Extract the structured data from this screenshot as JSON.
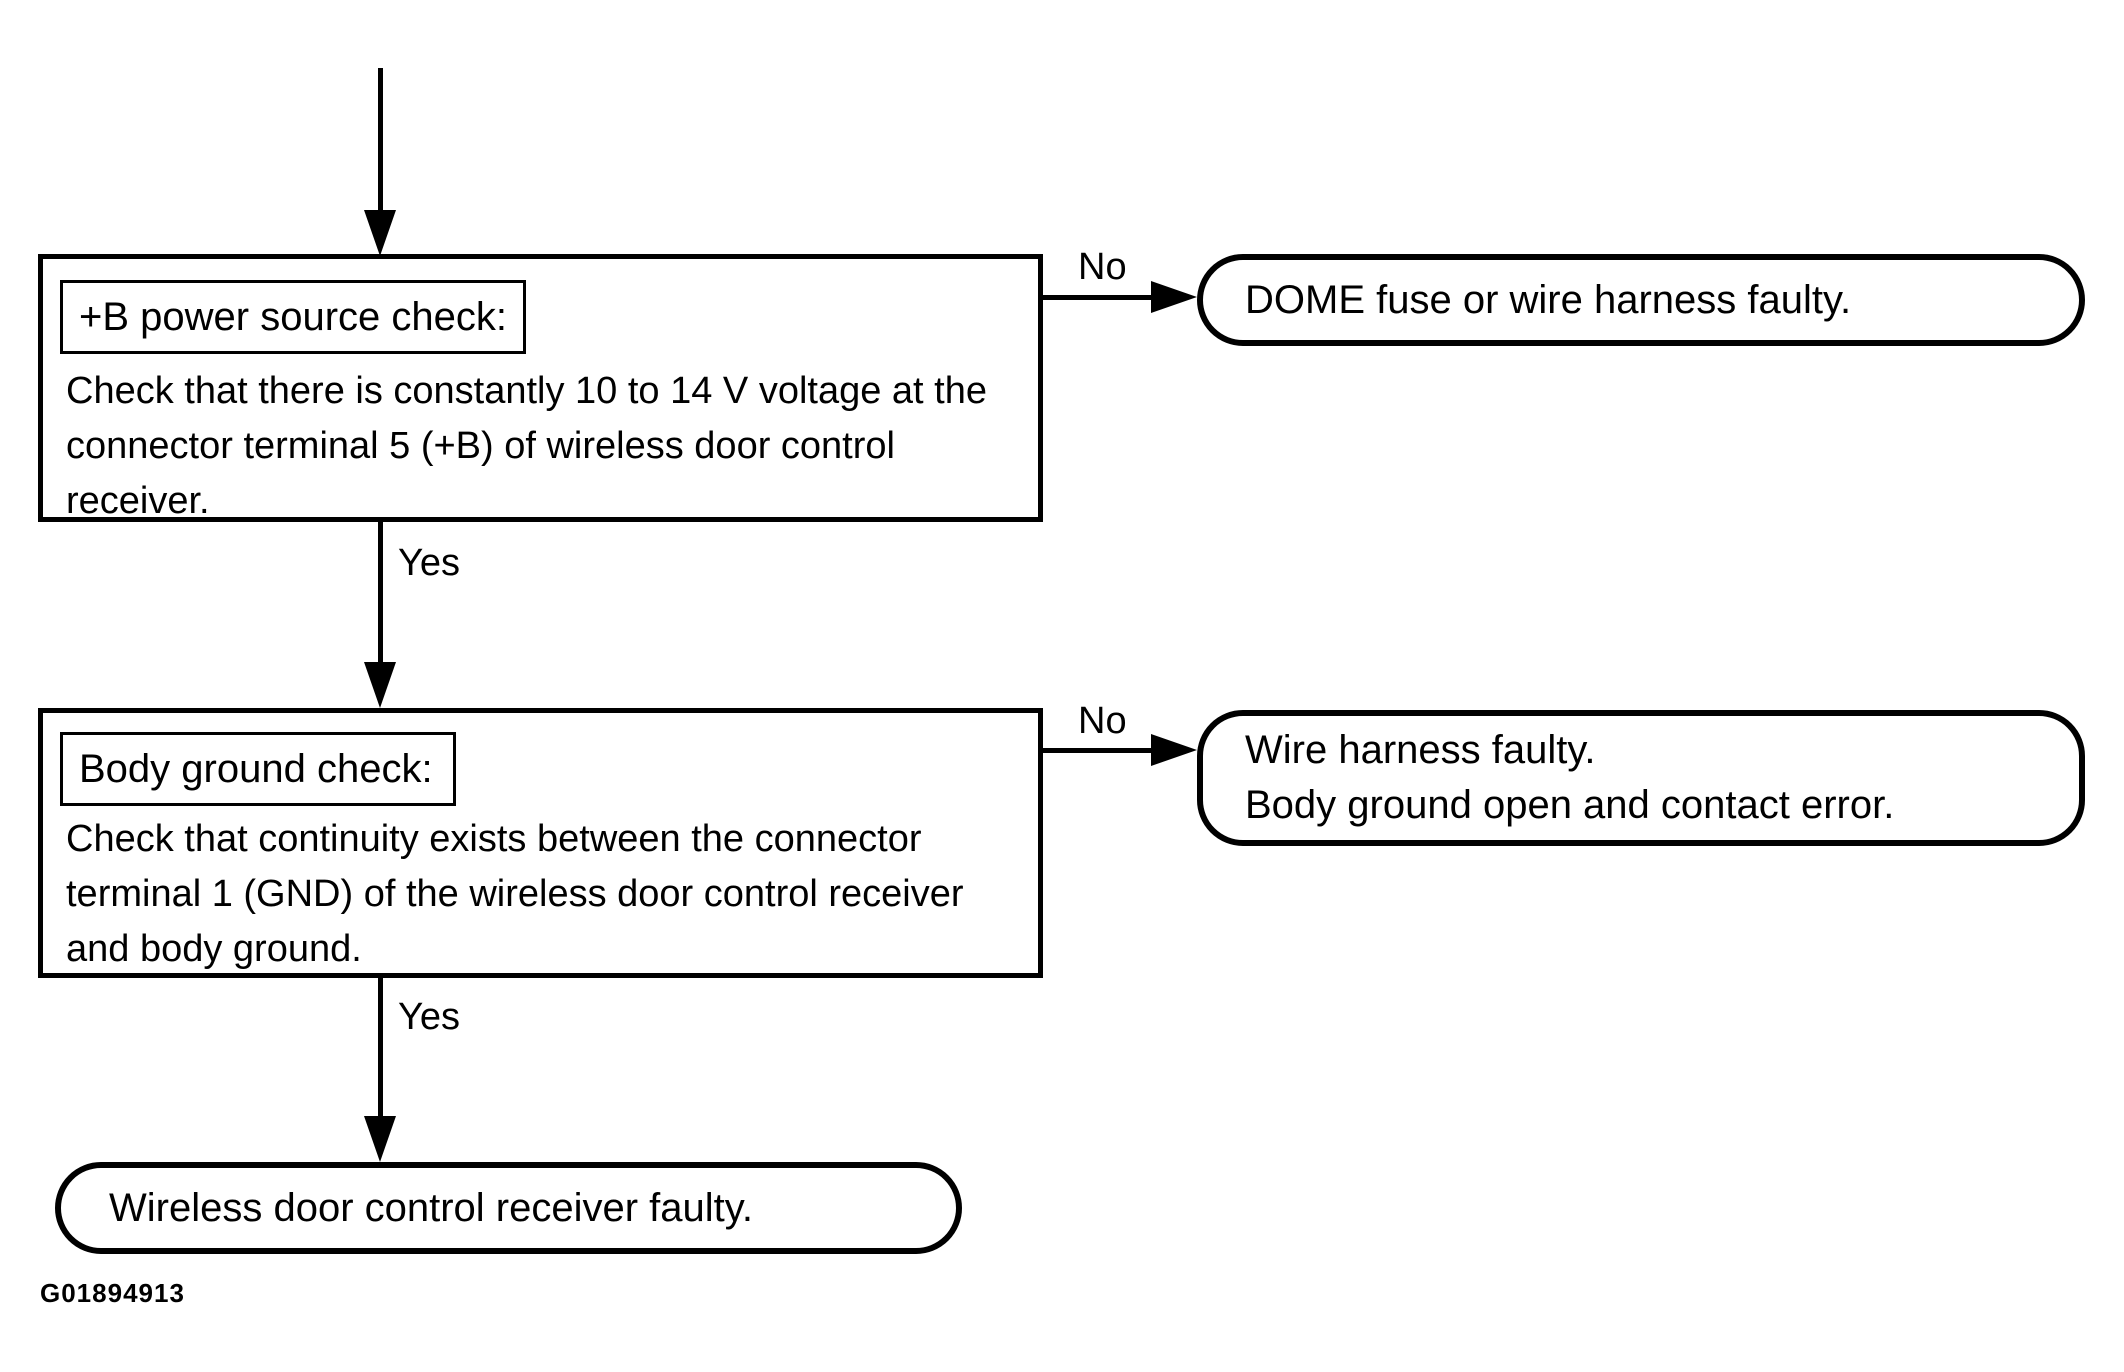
{
  "figure_id": "G01894913",
  "colors": {
    "ink": "#000000",
    "background": "#ffffff"
  },
  "flow": {
    "step1": {
      "title": "+B power source check:",
      "body_lines": [
        "Check that there is constantly 10 to 14 V voltage at the",
        "connector terminal 5 (+B) of wireless door control",
        "receiver."
      ],
      "no_label": "No",
      "yes_label": "Yes",
      "no_result_lines": [
        "DOME fuse or wire harness faulty."
      ]
    },
    "step2": {
      "title": "Body ground check:",
      "body_lines": [
        "Check that continuity exists between the connector",
        "terminal 1 (GND) of the wireless door control receiver",
        "and body ground."
      ],
      "no_label": "No",
      "yes_label": "Yes",
      "no_result_lines": [
        "Wire harness faulty.",
        "Body ground open and contact error."
      ]
    },
    "final_result": "Wireless door control receiver faulty."
  }
}
